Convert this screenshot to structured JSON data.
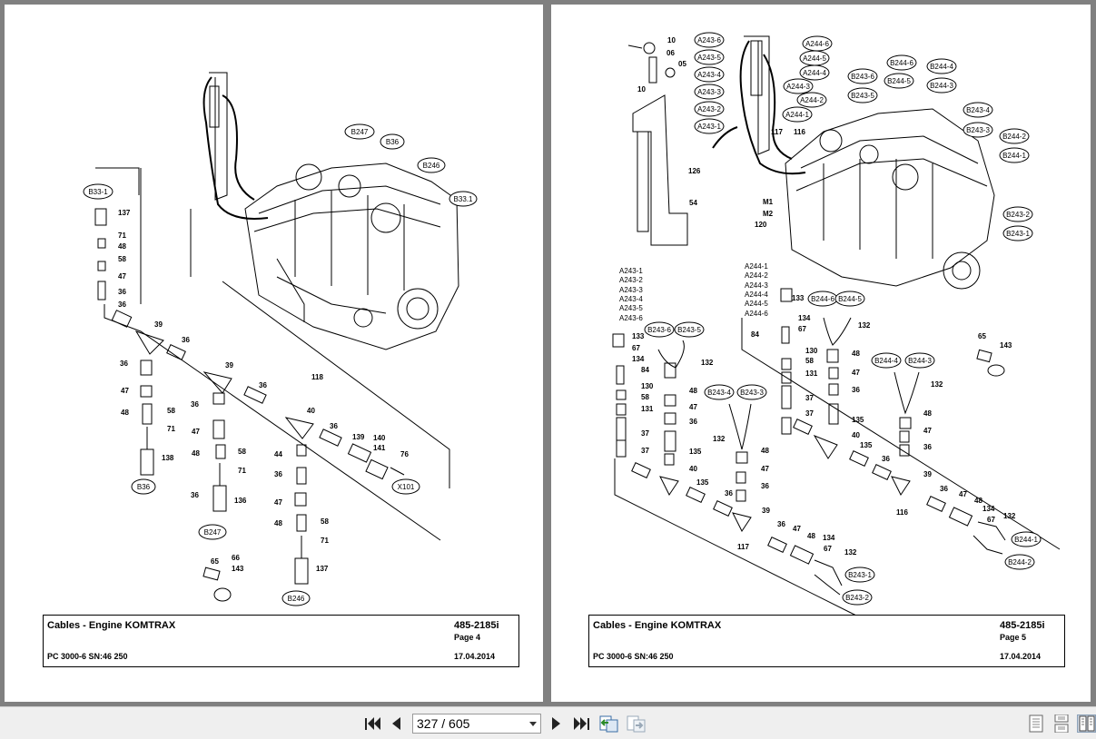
{
  "pages": [
    {
      "title": "Cables - Engine KOMTRAX",
      "doc_number": "485-2185i",
      "page_label": "Page 4",
      "model": "PC 3000-6 SN:46 250",
      "date": "17.04.2014",
      "bubbles": [
        "B247",
        "B36",
        "B246",
        "B33-1",
        "B36",
        "B247",
        "B246",
        "X101"
      ],
      "labels": [
        "137",
        "71",
        "48",
        "58",
        "47",
        "36",
        "36",
        "39",
        "36",
        "36",
        "39",
        "36",
        "47",
        "48",
        "58",
        "71",
        "138",
        "36",
        "47",
        "48",
        "58",
        "71",
        "136",
        "36",
        "118",
        "40",
        "36",
        "139",
        "140",
        "141",
        "76",
        "44",
        "36",
        "47",
        "48",
        "58",
        "71",
        "137",
        "65",
        "66",
        "143"
      ]
    },
    {
      "title": "Cables - Engine KOMTRAX",
      "doc_number": "485-2185i",
      "page_label": "Page 5",
      "model": "PC 3000-6 SN:46 250",
      "date": "17.04.2014",
      "bubbles": [
        "A243-6",
        "A243-5",
        "A243-4",
        "A243-3",
        "A243-2",
        "A243-1",
        "A244-6",
        "A244-5",
        "A244-4",
        "A244-3",
        "A244-2",
        "A244-1",
        "B243-6",
        "B243-5",
        "B244-6",
        "B244-5",
        "B244-4",
        "B244-3",
        "B243-4",
        "B243-3",
        "B244-2",
        "B244-1",
        "B243-2",
        "B243-1",
        "B243-6",
        "B243-5",
        "B243-4",
        "B243-3",
        "B244-6",
        "B244-5",
        "B244-4",
        "B244-3",
        "B244-1",
        "B244-2",
        "B243-1",
        "B243-2"
      ],
      "labels": [
        "10",
        "06",
        "05",
        "10",
        "126",
        "54",
        "117",
        "116",
        "M1",
        "M2",
        "120",
        "133",
        "67",
        "134",
        "84",
        "130",
        "58",
        "131",
        "37",
        "37",
        "132",
        "48",
        "47",
        "36",
        "135",
        "40",
        "135",
        "36",
        "39",
        "36",
        "47",
        "48",
        "134",
        "67",
        "132",
        "117",
        "132",
        "48",
        "47",
        "36",
        "133",
        "134",
        "67",
        "84",
        "130",
        "58",
        "131",
        "37",
        "37",
        "132",
        "48",
        "47",
        "36",
        "135",
        "40",
        "135",
        "36",
        "132",
        "48",
        "47",
        "36",
        "39",
        "36",
        "47",
        "48",
        "134",
        "67",
        "132",
        "116",
        "65",
        "143"
      ],
      "group_list_a243": [
        "A243-1",
        "A243-2",
        "A243-3",
        "A243-4",
        "A243-5",
        "A243-6"
      ],
      "group_list_a244": [
        "A244-1",
        "A244-2",
        "A244-3",
        "A244-4",
        "A244-5",
        "A244-6"
      ]
    }
  ],
  "toolbar": {
    "current_page": "327",
    "separator": "/",
    "total_pages": "605"
  },
  "colors": {
    "viewer_bg": "#808080",
    "toolbar_bg": "#efefef"
  }
}
